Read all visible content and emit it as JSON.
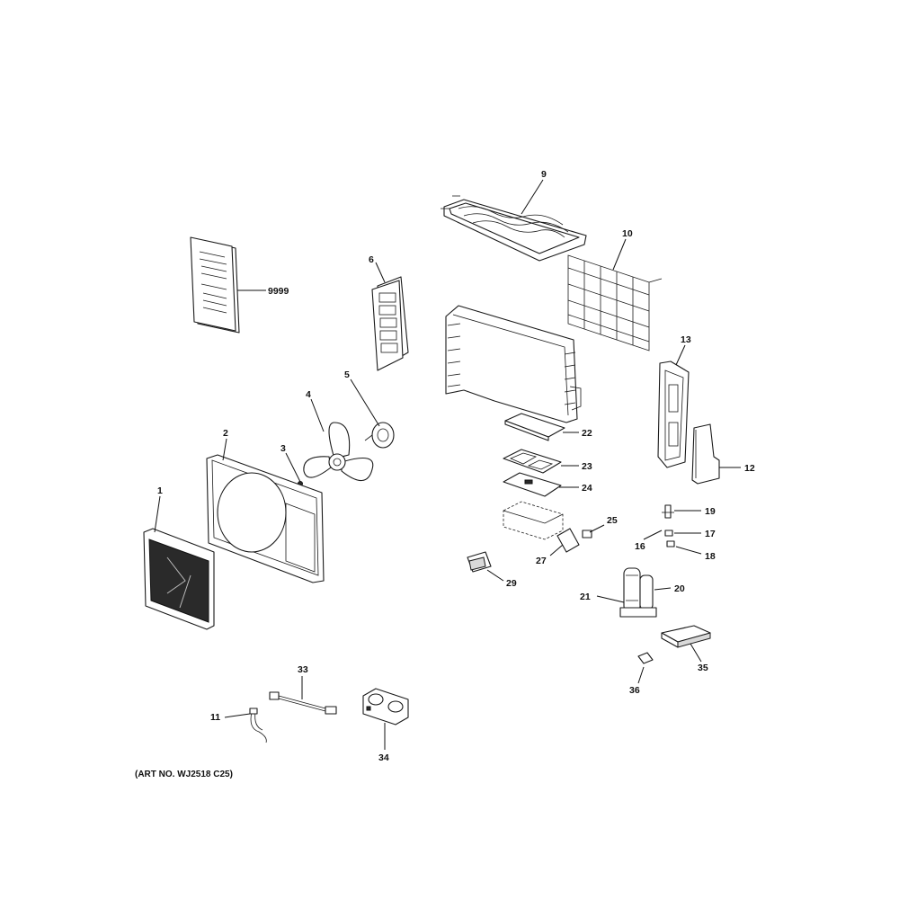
{
  "diagram": {
    "art_number": "(ART NO. WJ2518 C25)",
    "callouts": {
      "c1": "1",
      "c2": "2",
      "c3": "3",
      "c4": "4",
      "c5": "5",
      "c6": "6",
      "c9": "9",
      "c10": "10",
      "c11": "11",
      "c12": "12",
      "c13": "13",
      "c16": "16",
      "c17": "17",
      "c18": "18",
      "c19": "19",
      "c20": "20",
      "c21": "21",
      "c22": "22",
      "c23": "23",
      "c24": "24",
      "c25": "25",
      "c27": "27",
      "c29": "29",
      "c33": "33",
      "c34": "34",
      "c35": "35",
      "c36": "36",
      "c9999": "9999"
    }
  }
}
